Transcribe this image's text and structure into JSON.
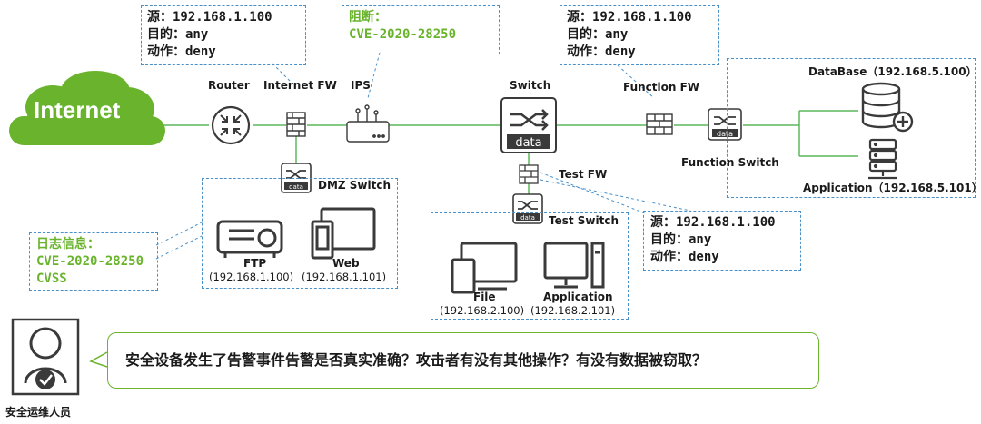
{
  "cloud": {
    "label": "Internet"
  },
  "devices": {
    "router": "Router",
    "internet_fw": "Internet FW",
    "ips": "IPS",
    "switch": "Switch",
    "function_fw": "Function FW",
    "function_switch": "Function Switch",
    "dmz_switch": "DMZ  Switch",
    "test_fw": "Test  FW",
    "test_switch": "Test  Switch"
  },
  "hosts": {
    "ftp": {
      "name": "FTP",
      "ip": "(192.168.1.100)"
    },
    "web": {
      "name": "Web",
      "ip": "(192.168.1.101)"
    },
    "file": {
      "name": "File",
      "ip": "(192.168.2.100)"
    },
    "test_app": {
      "name": "Application",
      "ip": "(192.168.2.101)"
    },
    "database": "DataBase（192.168.5.100）",
    "func_app": "Application（192.168.5.101）"
  },
  "notes": {
    "fw1": {
      "line1": "源：192.168.1.100",
      "line2": "目的：any",
      "line3": "动作：deny"
    },
    "ips": {
      "line1": "阻断：",
      "line2": "CVE-2020-28250"
    },
    "fw2": {
      "line1": "源：192.168.1.100",
      "line2": "目的：any",
      "line3": "动作：deny"
    },
    "fw3": {
      "line1": "源：192.168.1.100",
      "line2": "目的：any",
      "line3": "动作：deny"
    },
    "log": {
      "line1": "日志信息：",
      "line2": "CVE-2020-28250",
      "line3": "CVSS"
    }
  },
  "question": "安全设备发生了告警事件告警是否真实准确？攻击者有没有其他操作？有没有数据被窃取？",
  "operator": "安全运维人员",
  "colors": {
    "green": "#6ab42d",
    "dark": "#3a3a3a",
    "dashed": "#4a90c8",
    "line": "#5cb85c"
  }
}
